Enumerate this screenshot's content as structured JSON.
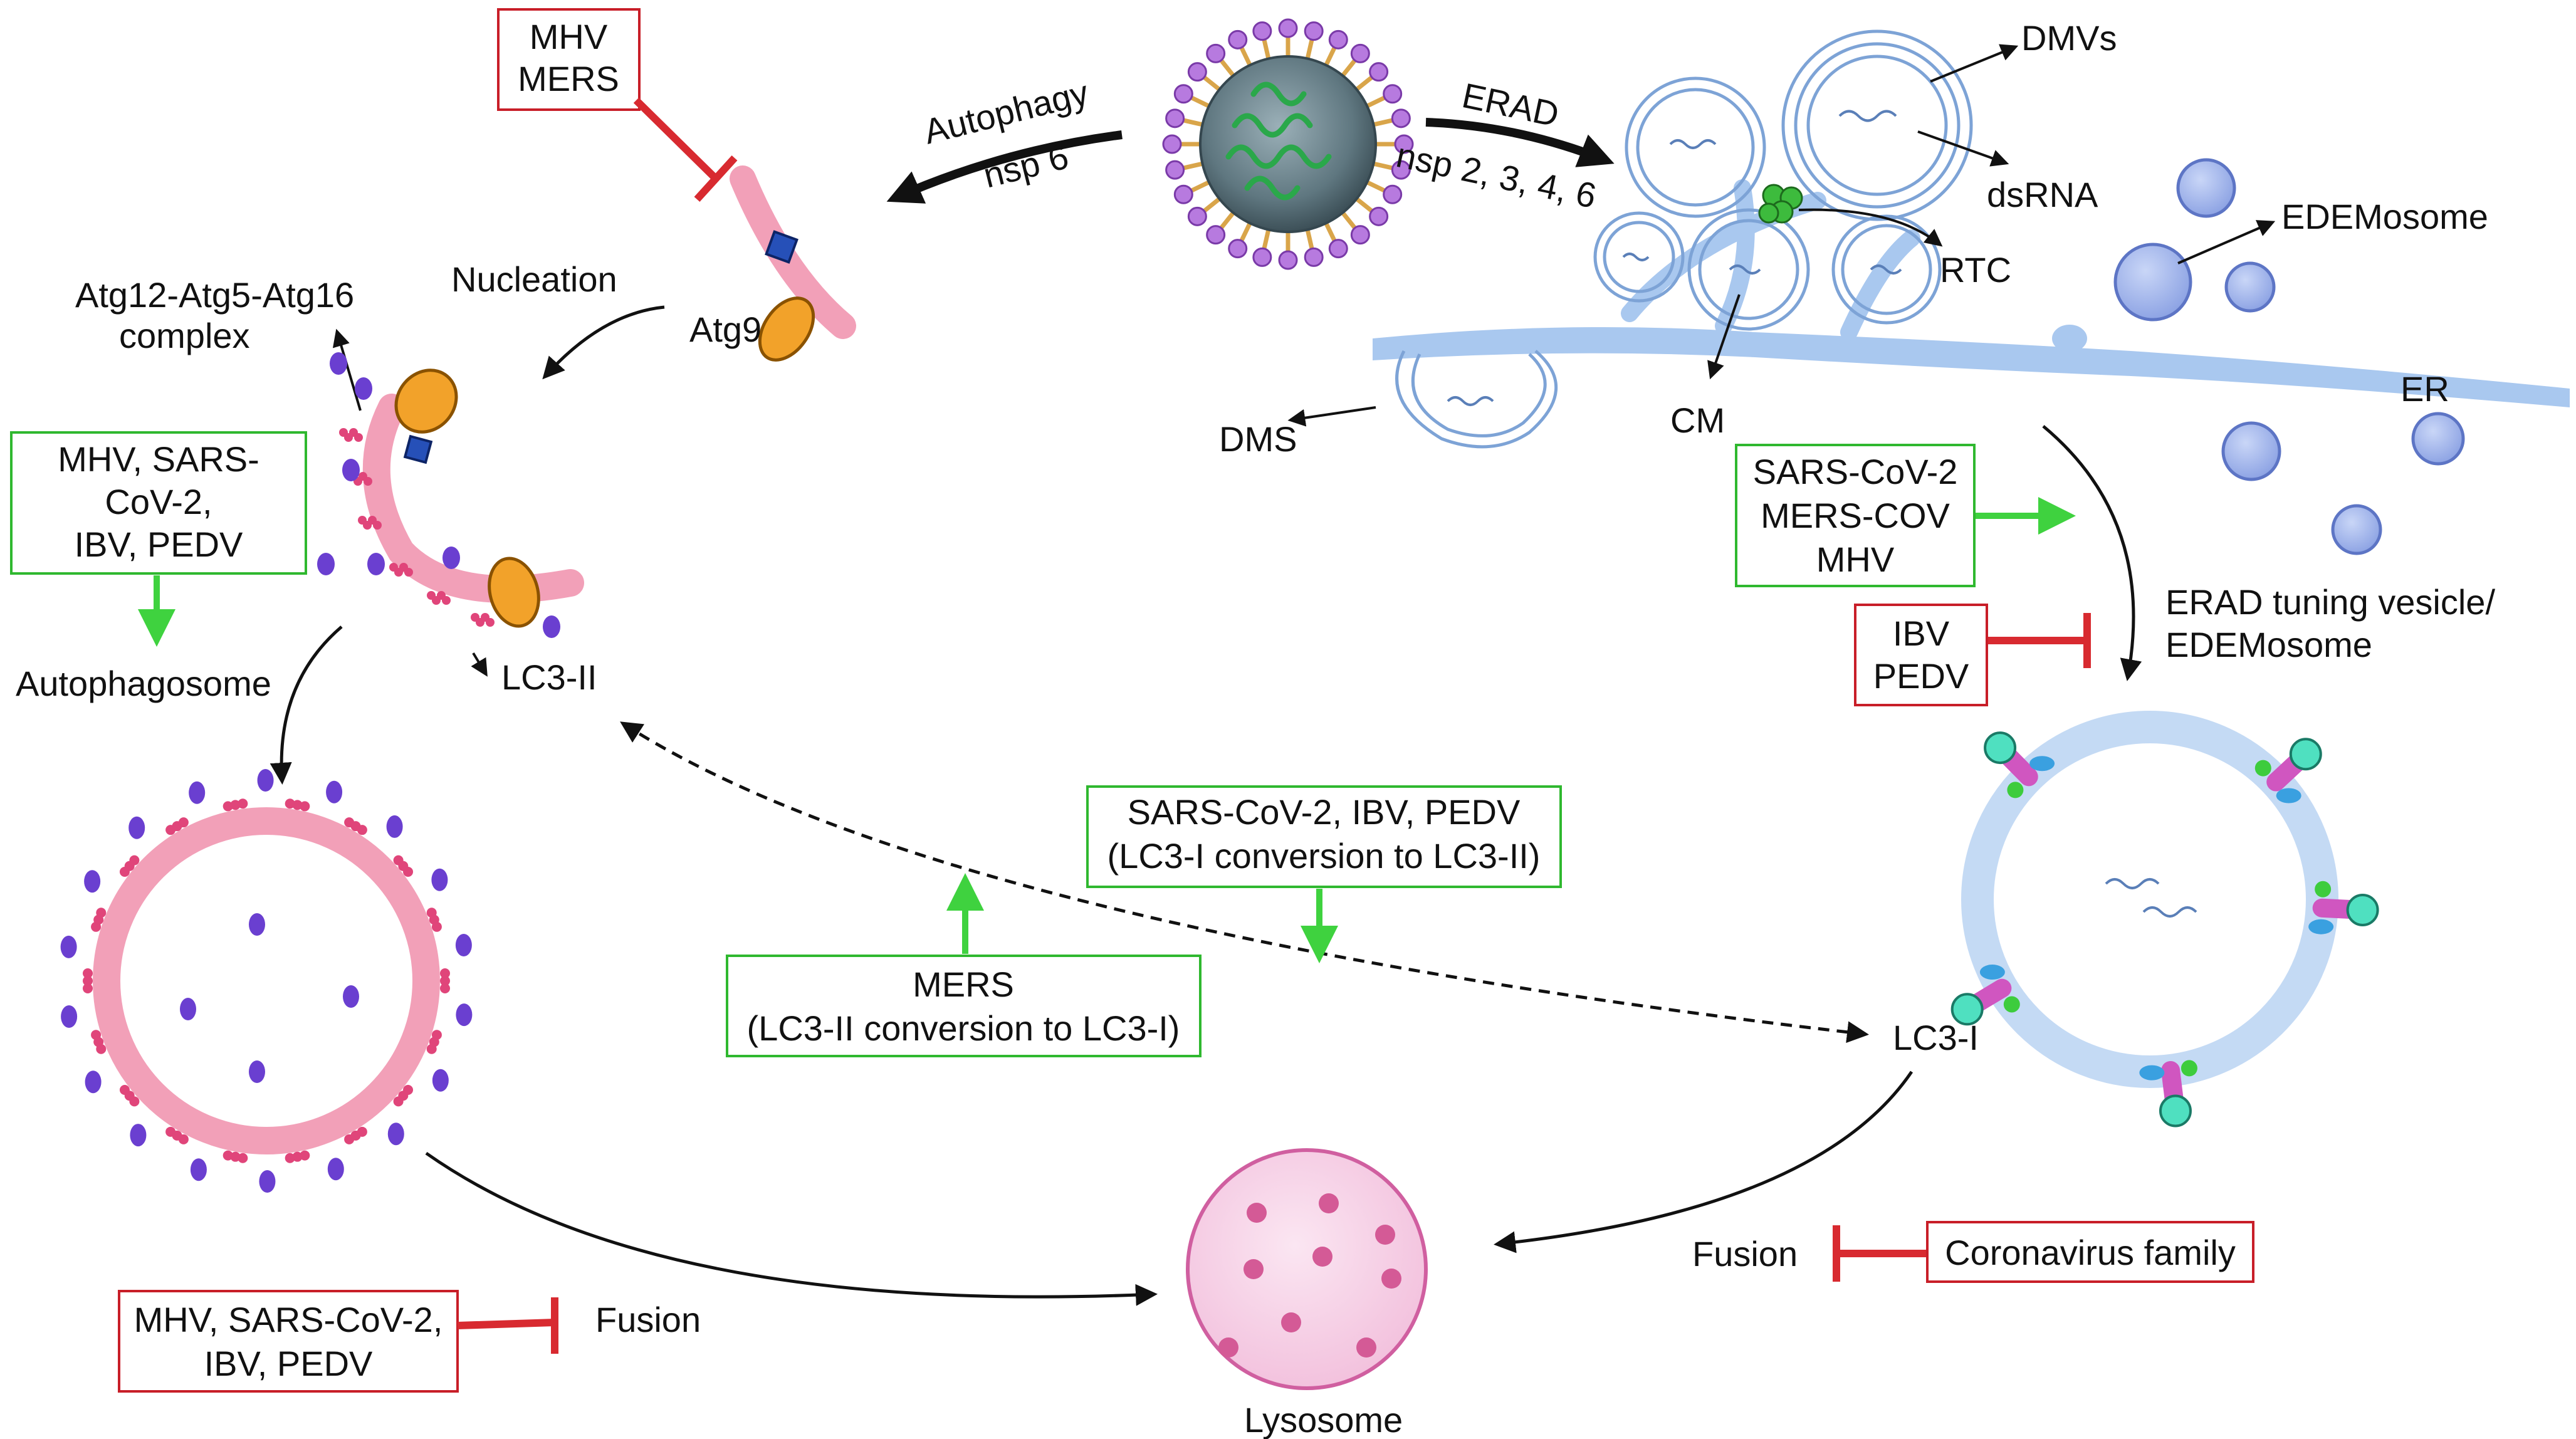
{
  "labels": {
    "autophagy": "Autophagy",
    "nsp6": "nsp 6",
    "erad": "ERAD",
    "nsp2346": "nsp 2, 3, 4, 6",
    "nucleation": "Nucleation",
    "atg9": "Atg9",
    "atg_complex_1": "Atg12-Atg5-Atg16",
    "atg_complex_2": "complex",
    "autophagosome": "Autophagosome",
    "lc3_ii": "LC3-II",
    "lc3_i": "LC3-I",
    "dmvs": "DMVs",
    "dsrna": "dsRNA",
    "rtc": "RTC",
    "cm": "CM",
    "dms": "DMS",
    "edemosome": "EDEMosome",
    "er": "ER",
    "erad_vesicle_1": "ERAD tuning vesicle/",
    "erad_vesicle_2": "EDEMosome",
    "fusion_left": "Fusion",
    "fusion_right": "Fusion",
    "lysosome": "Lysosome"
  },
  "boxes": {
    "mhv_mers": {
      "lines": [
        "MHV",
        "MERS"
      ],
      "effect": "inhibit",
      "color": "#c81e28"
    },
    "nucleation_viruses": {
      "lines": [
        "MHV, SARS-",
        "CoV-2,",
        "IBV, PEDV"
      ],
      "effect": "promote",
      "color": "#2fb82f"
    },
    "erad_promote": {
      "lines": [
        "SARS-CoV-2",
        "MERS-COV",
        "MHV"
      ],
      "effect": "promote",
      "color": "#2fb82f"
    },
    "erad_inhibit": {
      "lines": [
        "IBV",
        "PEDV"
      ],
      "effect": "inhibit",
      "color": "#c81e28"
    },
    "lc3_conversion": {
      "lines": [
        "SARS-CoV-2, IBV, PEDV",
        "(LC3-I conversion to LC3-II)"
      ],
      "effect": "promote",
      "color": "#2fb82f"
    },
    "mers_conversion": {
      "lines": [
        "MERS",
        "(LC3-II conversion to LC3-I)"
      ],
      "effect": "promote",
      "color": "#2fb82f"
    },
    "fusion_left": {
      "lines": [
        "MHV, SARS-CoV-2,",
        "IBV, PEDV"
      ],
      "effect": "inhibit",
      "color": "#c81e28"
    },
    "fusion_right": {
      "lines": [
        "Coronavirus family"
      ],
      "effect": "inhibit",
      "color": "#c81e28"
    }
  },
  "colors": {
    "promote": "#2fb82f",
    "inhibit": "#c81e28",
    "membrane_pink": "#f2a0b8",
    "er_blue": "#a9c8ef",
    "vesicle_blue": "#9fb4ea",
    "lysosome_pink": "#f6d3e8"
  }
}
